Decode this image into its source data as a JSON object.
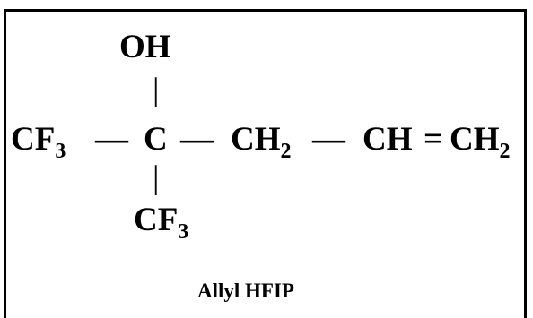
{
  "molecule": {
    "oh": "OH",
    "vbond": "|",
    "hbond": "—",
    "c": "C",
    "cf3": {
      "base": "CF",
      "sub": "3"
    },
    "ch2": {
      "base": "CH",
      "sub": "2"
    },
    "ch": "CH",
    "equals": "="
  },
  "caption": "Allyl HFIP"
}
